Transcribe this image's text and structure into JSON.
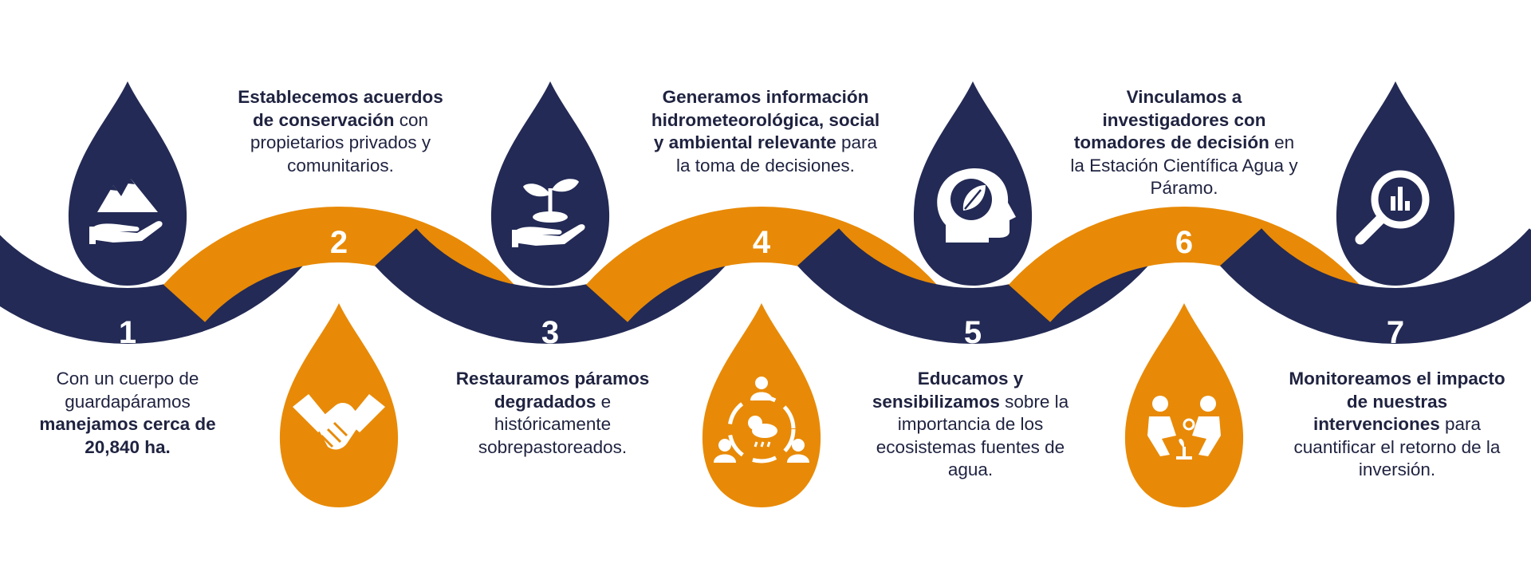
{
  "colors": {
    "navy": "#232a55",
    "orange": "#e88a07",
    "white": "#ffffff",
    "text": "#1f2340"
  },
  "steps": [
    {
      "number": "1",
      "color": "navy",
      "icon": "mountains-in-hand-icon",
      "text": [
        {
          "t": "Con un cuerpo de ",
          "b": false
        },
        {
          "t": "guardapáramos ",
          "b": false
        },
        {
          "t": "manejamos cerca de 20,840 ha.",
          "b": true
        }
      ]
    },
    {
      "number": "2",
      "color": "orange",
      "icon": "handshake-icon",
      "text": [
        {
          "t": "Establecemos acuerdos de conservación",
          "b": true
        },
        {
          "t": " con propietarios privados y comunitarios.",
          "b": false
        }
      ]
    },
    {
      "number": "3",
      "color": "navy",
      "icon": "sprout-in-hand-icon",
      "text": [
        {
          "t": "Restauramos páramos degradados",
          "b": true
        },
        {
          "t": " e históricamente sobrepastoreados.",
          "b": false
        }
      ]
    },
    {
      "number": "4",
      "color": "orange",
      "icon": "community-weather-icon",
      "text": [
        {
          "t": "Generamos información hidrometeorológica, social y ambiental relevante",
          "b": true
        },
        {
          "t": " para la toma de decisiones.",
          "b": false
        }
      ]
    },
    {
      "number": "5",
      "color": "navy",
      "icon": "head-leaf-brain-icon",
      "text": [
        {
          "t": "Educamos y sensibilizamos",
          "b": true
        },
        {
          "t": " sobre la importancia de los ecosistemas fuentes de agua.",
          "b": false
        }
      ]
    },
    {
      "number": "6",
      "color": "orange",
      "icon": "researchers-planting-icon",
      "text": [
        {
          "t": "Vinculamos a investigadores con tomadores de decisión",
          "b": true
        },
        {
          "t": " en la Estación Científica Agua y Páramo.",
          "b": false
        }
      ]
    },
    {
      "number": "7",
      "color": "navy",
      "icon": "magnifier-chart-icon",
      "text": [
        {
          "t": "Monitoreamos el impacto de nuestras intervenciones",
          "b": true
        },
        {
          "t": " para cuantificar el retorno de la inversión.",
          "b": false
        }
      ]
    }
  ]
}
